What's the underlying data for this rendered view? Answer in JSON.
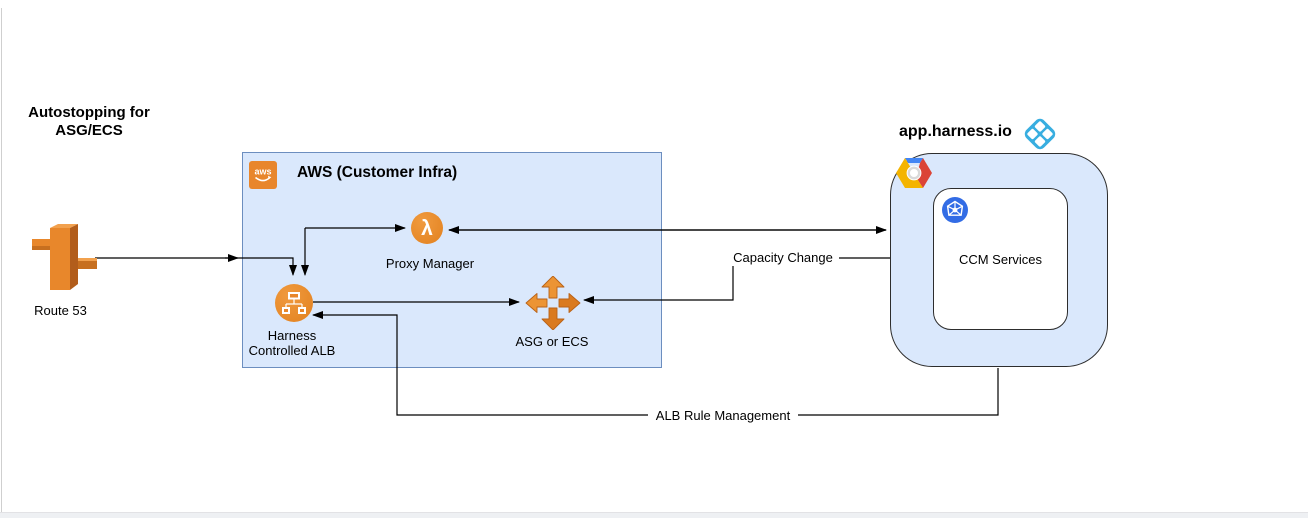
{
  "note": {
    "text": "Autostopping for\nASG/ECS"
  },
  "groups": {
    "aws": {
      "title": "AWS (Customer Infra)",
      "logo_text": "aws",
      "fill": "#dae8fc",
      "border": "#6c8ebf"
    },
    "harness": {
      "title": "app.harness.io",
      "fill": "#dae8fc",
      "border": "#2d2d2d"
    }
  },
  "nodes": {
    "route53": {
      "label": "Route 53",
      "icon": "route53-signpost-icon"
    },
    "proxy_manager": {
      "label": "Proxy Manager",
      "icon": "lambda-icon",
      "glyph": "λ"
    },
    "alb": {
      "label": "Harness\nControlled ALB",
      "icon": "load-balancer-icon"
    },
    "asg": {
      "label": "ASG or ECS",
      "icon": "autoscaling-arrows-icon"
    },
    "ccm": {
      "label": "CCM Services",
      "icon": "kubernetes-icon"
    }
  },
  "edges": {
    "route53_to_alb": {
      "from": "route53",
      "to": "alb",
      "label": "",
      "arrows": "into AWS box edge and into ALB top"
    },
    "alb_proxy": {
      "from": "alb",
      "to": "proxy_manager",
      "label": "",
      "bidirectional": true
    },
    "proxy_harness": {
      "from": "proxy_manager",
      "to": "harness",
      "label": "",
      "bidirectional": true
    },
    "alb_to_asg": {
      "from": "alb",
      "to": "asg",
      "label": ""
    },
    "capacity_change": {
      "from": "harness",
      "to": "asg",
      "label": "Capacity Change"
    },
    "alb_rule_management": {
      "from": "harness",
      "to": "alb",
      "label": "ALB Rule Management"
    }
  },
  "icons": [
    "route53-signpost-icon",
    "aws-logo",
    "lambda-icon",
    "load-balancer-icon",
    "autoscaling-arrows-icon",
    "harness-logo-icon",
    "gcp-logo-icon",
    "kubernetes-icon"
  ],
  "colors": {
    "node_orange": "#e8872b",
    "node_orange_dark": "#c2671b",
    "box_blue_fill": "#dae8fc",
    "aws_border": "#6c8ebf",
    "harness_logo_blue": "#38aee0",
    "kubernetes_blue": "#326ce5",
    "gcp_red": "#db4437",
    "gcp_yellow": "#f4b400",
    "gcp_blue": "#4285f4",
    "line_color": "#000000"
  }
}
